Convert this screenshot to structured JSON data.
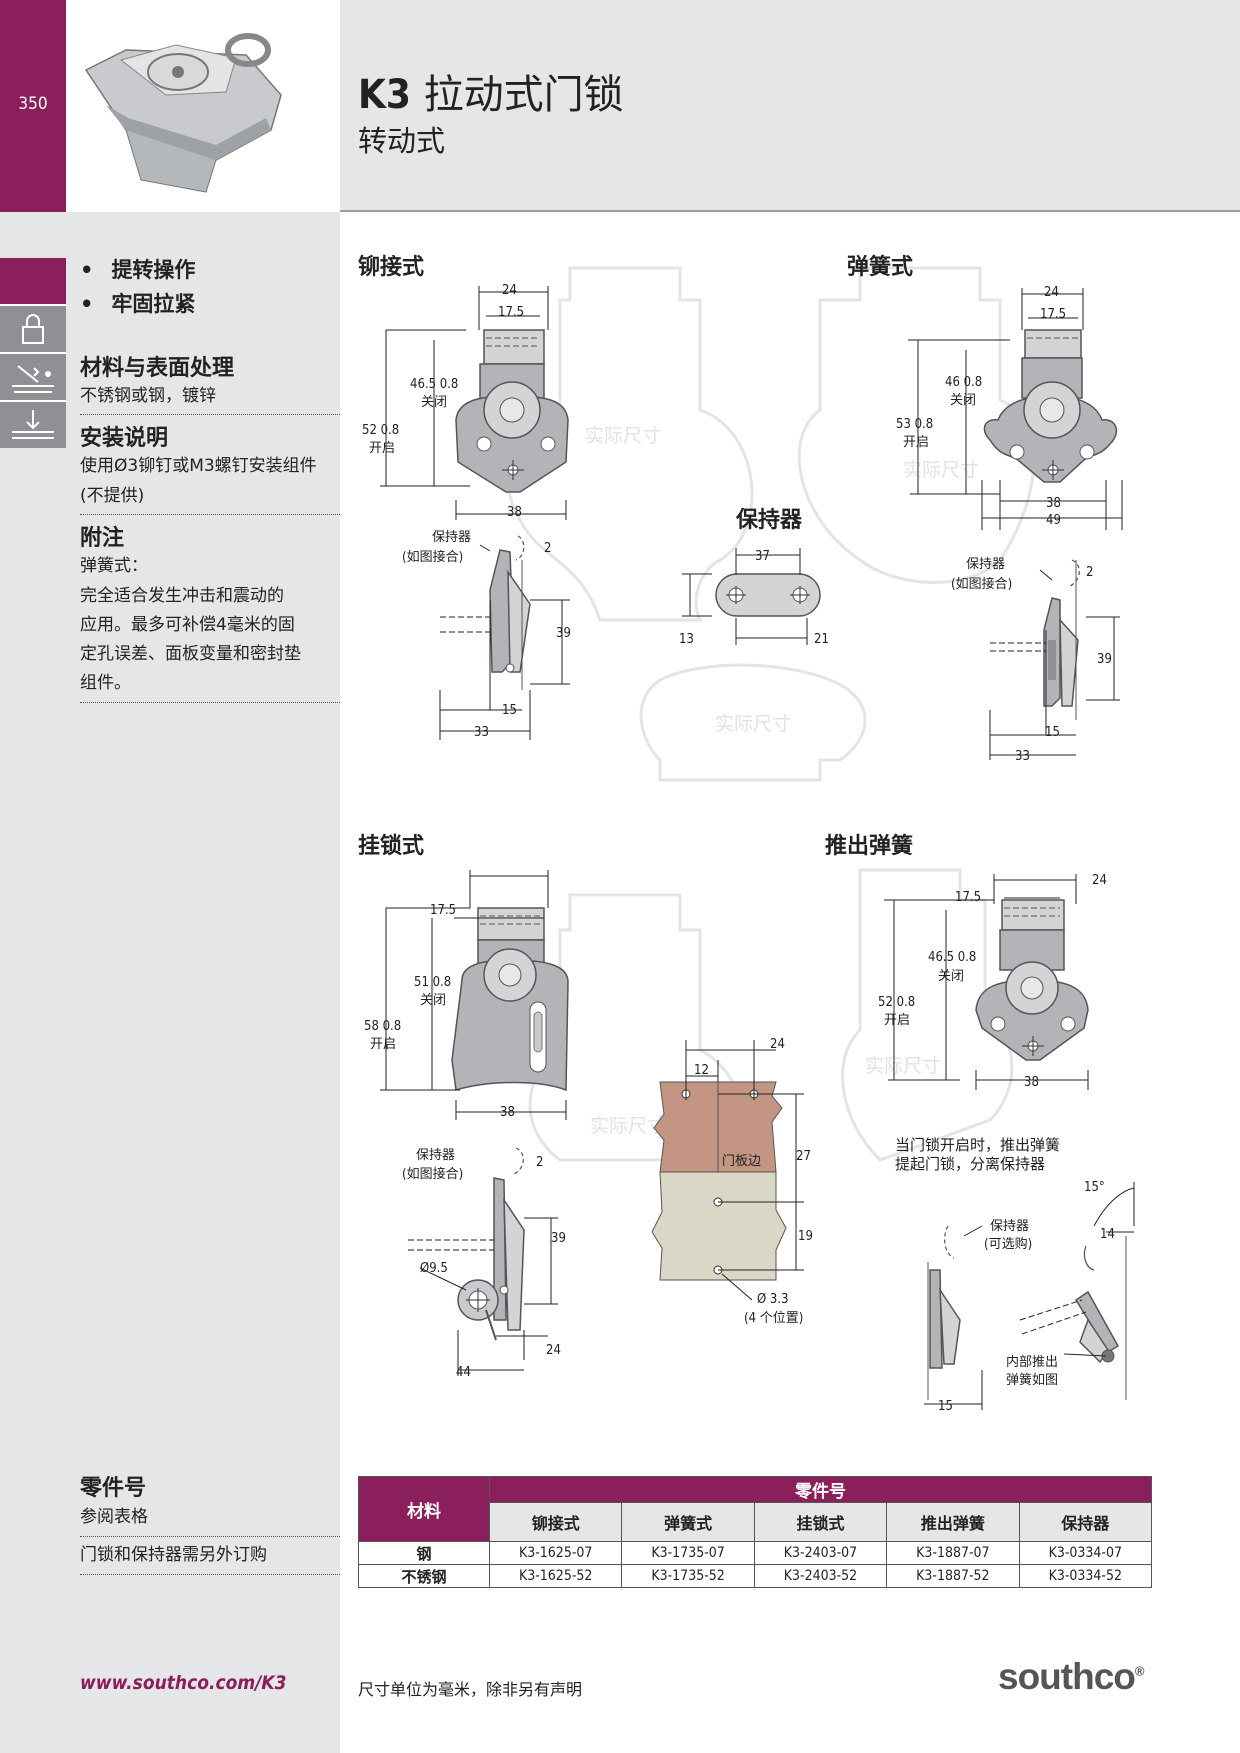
{
  "header": {
    "page_number": "350",
    "title_model": "K3",
    "title_rest": "拉动式门锁",
    "subtitle": "转动式"
  },
  "sidebar": {
    "bullets": [
      "提转操作",
      "牢固拉紧"
    ],
    "materials": {
      "heading": "材料与表面处理",
      "text": "不锈钢或钢，镀锌"
    },
    "installation": {
      "heading": "安装说明",
      "line1": "使用Ø3铆钉或M3螺钉安装组件",
      "line2": "(不提供)"
    },
    "notes": {
      "heading": "附注",
      "lines": [
        "弹簧式：",
        "完全适合发生冲击和震动的",
        "应用。最多可补偿4毫米的固",
        "定孔误差、面板变量和密封垫",
        "组件。"
      ]
    },
    "part_numbers": {
      "heading": "零件号",
      "line1": "参阅表格",
      "line2": "门锁和保持器需另外订购"
    },
    "url": "www.southco.com/K3"
  },
  "sections": {
    "rivet": "铆接式",
    "spring": "弹簧式",
    "keeper": "保持器",
    "padlock": "挂锁式",
    "eject": "推出弹簧"
  },
  "watermark": "实际尺寸",
  "dims": {
    "rivet": {
      "w24": "24",
      "w175": "17.5",
      "h465": "46.5  0.8",
      "closed": "关闭",
      "h52": "52  0.8",
      "open": "开启",
      "w38": "38",
      "keeper_label1": "保持器",
      "keeper_label2": "(如图接合)",
      "s2": "2",
      "s39": "39",
      "s15": "15",
      "s33": "33"
    },
    "spring": {
      "w24": "24",
      "w175": "17.5",
      "h46": "46  0.8",
      "closed": "关闭",
      "h53": "53  0.8",
      "open": "开启",
      "w38": "38",
      "w49": "49",
      "keeper_label1": "保持器",
      "keeper_label2": "(如图接合)",
      "s2": "2",
      "s39": "39",
      "s15": "15",
      "s33": "33"
    },
    "keeper": {
      "w37": "37",
      "h13": "13",
      "w21": "21"
    },
    "padlock": {
      "w175": "17.5",
      "h51": "51  0.8",
      "closed": "关闭",
      "h58": "58  0.8",
      "open": "开启",
      "w38": "38",
      "keeper_label1": "保持器",
      "keeper_label2": "(如图接合)",
      "s2": "2",
      "s39": "39",
      "d95": "Ø9.5",
      "s24": "24",
      "s44": "44"
    },
    "panel": {
      "w24": "24",
      "w12": "12",
      "edge": "门板边",
      "h27": "27",
      "h19": "19",
      "hole1": "Ø 3.3",
      "hole2": "(4 个位置)"
    },
    "eject": {
      "w24": "24",
      "w175": "17.5",
      "h465": "46.5  0.8",
      "closed": "关闭",
      "h52": "52  0.8",
      "open": "开启",
      "w38": "38",
      "note1": "当门锁开启时，推出弹簧",
      "note2": "提起门锁，分离保持器",
      "a15": "15°",
      "keeper1": "保持器",
      "keeper2": "(可选购)",
      "s14": "14",
      "inner1": "内部推出",
      "inner2": "弹簧如图",
      "s15": "15"
    }
  },
  "table": {
    "material_header": "材料",
    "part_header": "零件号",
    "columns": [
      "铆接式",
      "弹簧式",
      "挂锁式",
      "推出弹簧",
      "保持器"
    ],
    "rows": [
      {
        "material": "钢",
        "parts": [
          "K3-1625-07",
          "K3-1735-07",
          "K3-2403-07",
          "K3-1887-07",
          "K3-0334-07"
        ]
      },
      {
        "material": "不锈钢",
        "parts": [
          "K3-1625-52",
          "K3-1735-52",
          "K3-2403-52",
          "K3-1887-52",
          "K3-0334-52"
        ]
      }
    ]
  },
  "footnote": "尺寸单位为毫米，除非另有声明",
  "brand": {
    "name": "southco",
    "mark": "®"
  },
  "colors": {
    "accent": "#8a1f5c",
    "sidebar": "#e5e6e8",
    "icon_gray": "#8e9094",
    "panel_brown": "#c49583",
    "panel_beige": "#d9d7c5"
  }
}
